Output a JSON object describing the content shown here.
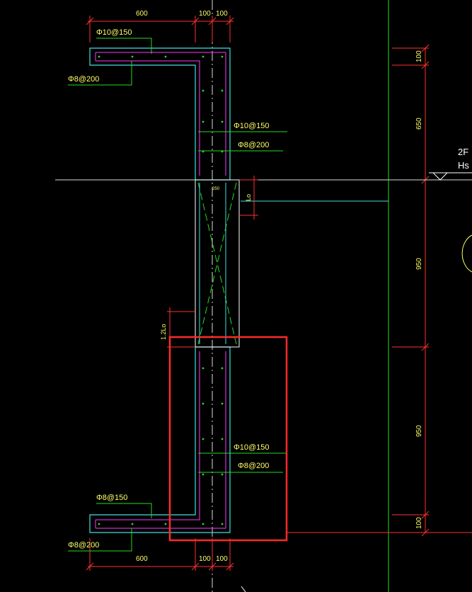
{
  "labels": {
    "top_dim_600": "600",
    "top_dim_100a": "100",
    "top_dim_100b": "100",
    "bot_dim_600": "600",
    "bot_dim_100a": "100",
    "bot_dim_100b": "100",
    "rebar_top_slab_top": "Φ10@150",
    "rebar_top_slab_bot": "Φ8@200",
    "rebar_upper_wall_1": "Φ10@150",
    "rebar_upper_wall_2": "Φ8@200",
    "rebar_lower_wall_1": "Φ10@150",
    "rebar_lower_wall_2": "Φ8@200",
    "rebar_bot_slab_top": "Φ8@150",
    "rebar_bot_slab_bot": "Φ8@200",
    "lo": "Lo",
    "lo12": "1.2Lo",
    "small_250": "250",
    "right_100_top": "100",
    "right_650": "650",
    "right_950_a": "950",
    "right_950_b": "950",
    "right_100_bot": "100",
    "level_2f": "2F",
    "level_hs": "Hs"
  },
  "colors": {
    "background": "#000000",
    "outline": "#40e0e0",
    "rebar": "#ff33ff",
    "leader": "#22dd22",
    "dimension": "#ff3030",
    "text": "#ffff66",
    "highlight": "#ff2a2a",
    "cut_zone": "#ffffff"
  }
}
